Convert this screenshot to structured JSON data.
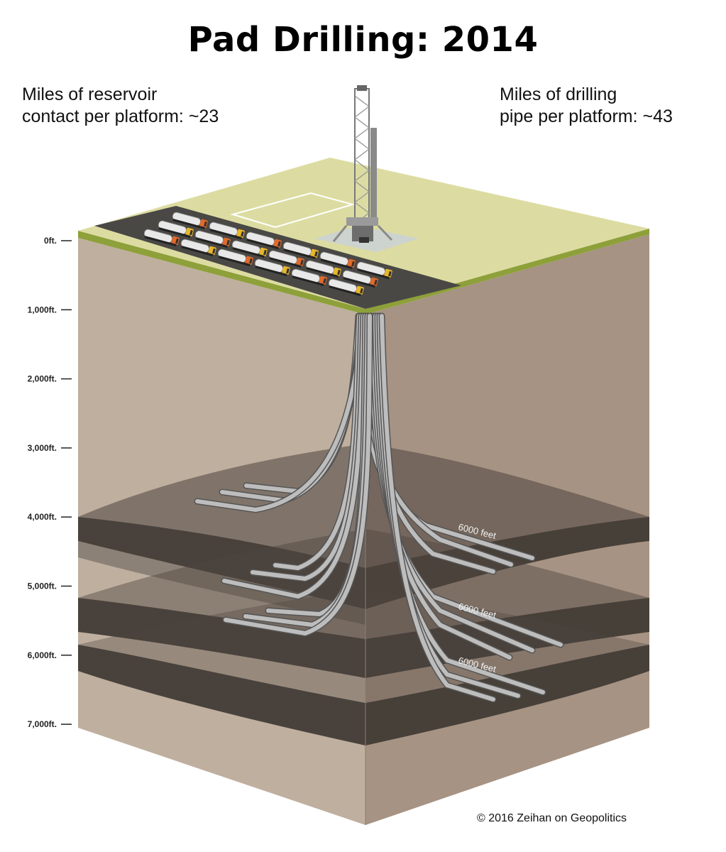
{
  "title": "Pad Drilling: 2014",
  "stats": {
    "reservoir_contact": {
      "line1": "Miles of reservoir",
      "line2": "contact per platform: ~23"
    },
    "drilling_pipe": {
      "line1": "Miles of drilling",
      "line2": "pipe per platform: ~43"
    }
  },
  "depth_scale": {
    "labels": [
      "0ft.",
      "1,000ft.",
      "2,000ft.",
      "3,000ft.",
      "4,000ft.",
      "5,000ft.",
      "6,000ft.",
      "7,000ft."
    ],
    "values": [
      0,
      1000,
      2000,
      3000,
      4000,
      5000,
      6000,
      7000
    ]
  },
  "lateral_labels": [
    "6000 feet",
    "6000 feet",
    "6000 feet"
  ],
  "copyright": "© 2016 Zeihan on Geopolitics",
  "colors": {
    "surface": "#dcdca2",
    "surface_edge": "#8ea03a",
    "pad": "#4a4845",
    "soil_left": "#bfaf9f",
    "soil_right": "#a69383",
    "shale": "#3f3833",
    "pipe": "#bdbdbd",
    "truck_yellow": "#e8b62a",
    "truck_orange": "#e06a2b"
  }
}
